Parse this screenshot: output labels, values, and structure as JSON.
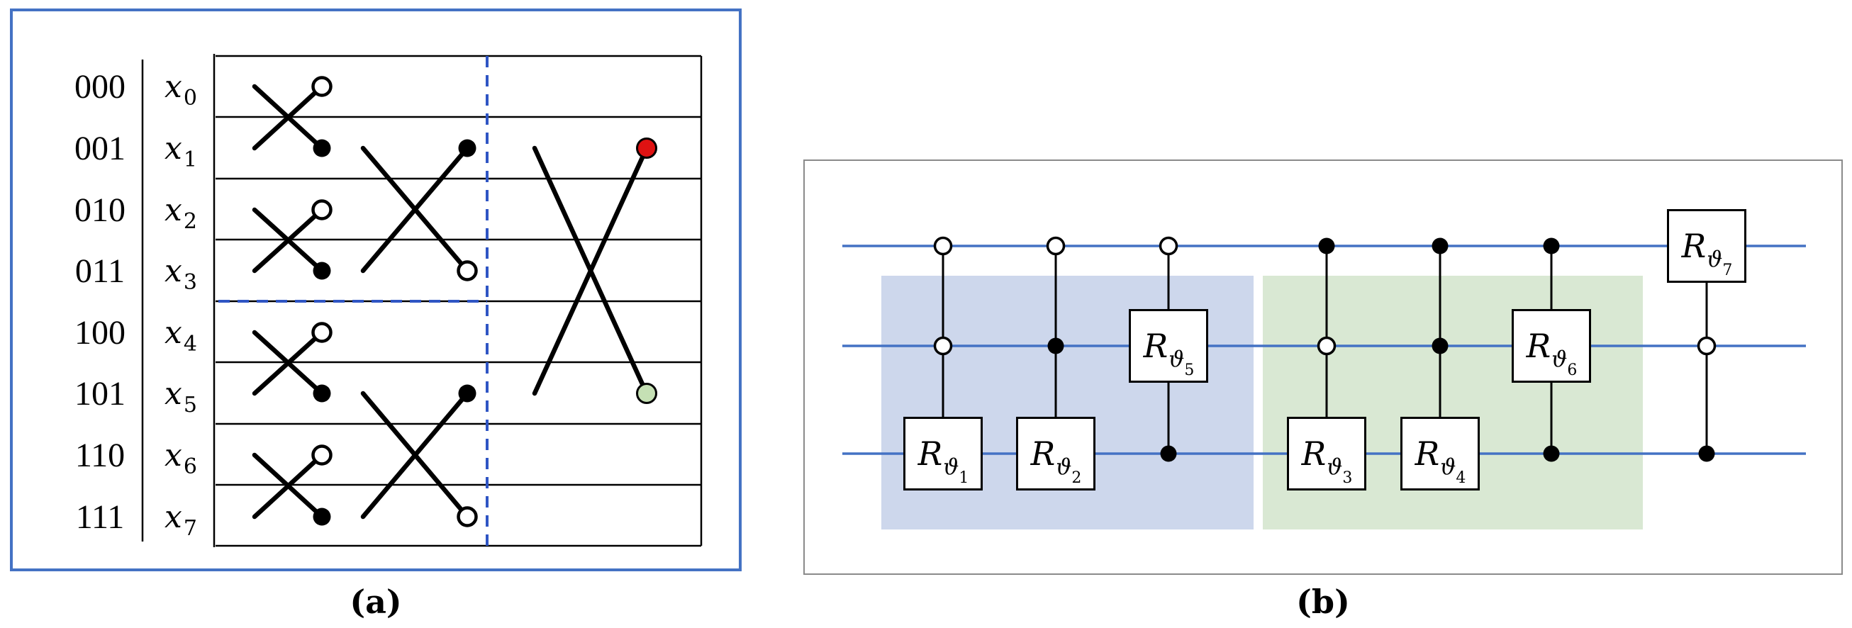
{
  "figure": {
    "caption_a": "(a)",
    "caption_b": "(b)"
  },
  "panel_a": {
    "border_color": "#4472C4",
    "dashed_divider_color": "#2F55C4",
    "rows": [
      {
        "binary": "000",
        "var": "x",
        "sub": "0"
      },
      {
        "binary": "001",
        "var": "x",
        "sub": "1"
      },
      {
        "binary": "010",
        "var": "x",
        "sub": "2"
      },
      {
        "binary": "011",
        "var": "x",
        "sub": "3"
      },
      {
        "binary": "100",
        "var": "x",
        "sub": "4"
      },
      {
        "binary": "101",
        "var": "x",
        "sub": "5"
      },
      {
        "binary": "110",
        "var": "x",
        "sub": "6"
      },
      {
        "binary": "111",
        "var": "x",
        "sub": "7"
      }
    ],
    "crossings": [
      {
        "stage": 1,
        "between": [
          "x0",
          "x1"
        ],
        "top_marker": "open",
        "bottom_marker": "filled"
      },
      {
        "stage": 1,
        "between": [
          "x2",
          "x3"
        ],
        "top_marker": "open",
        "bottom_marker": "filled"
      },
      {
        "stage": 1,
        "between": [
          "x4",
          "x5"
        ],
        "top_marker": "open",
        "bottom_marker": "filled"
      },
      {
        "stage": 1,
        "between": [
          "x6",
          "x7"
        ],
        "top_marker": "open",
        "bottom_marker": "filled"
      },
      {
        "stage": 2,
        "between": [
          "x1",
          "x3"
        ],
        "top_marker": "filled",
        "bottom_marker": "open"
      },
      {
        "stage": 2,
        "between": [
          "x5",
          "x7"
        ],
        "top_marker": "filled",
        "bottom_marker": "open"
      },
      {
        "stage": 3,
        "between": [
          "x1",
          "x5"
        ],
        "top_marker": "red",
        "bottom_marker": "green"
      }
    ],
    "divider": {
      "vertical_dashed_between_stages": [
        2,
        3
      ],
      "horizontal_dashed_between_rows": [
        "011",
        "100"
      ]
    },
    "marker_colors": {
      "red": "#DF1212",
      "green": "#C5E0B4"
    }
  },
  "panel_b": {
    "wire_color": "#4472C4",
    "num_wires": 3,
    "shaded_regions": [
      {
        "color": "#CDD7EC",
        "covers_gates": [
          "R_theta1",
          "R_theta2",
          "R_theta5"
        ]
      },
      {
        "color": "#D9E8D3",
        "covers_gates": [
          "R_theta3",
          "R_theta4",
          "R_theta6"
        ]
      }
    ],
    "gates": [
      {
        "base": "R",
        "sub": "ϑ",
        "index": "1",
        "target_wire": 3,
        "controls": [
          {
            "wire": 1,
            "type": "open"
          },
          {
            "wire": 2,
            "type": "open"
          }
        ]
      },
      {
        "base": "R",
        "sub": "ϑ",
        "index": "2",
        "target_wire": 3,
        "controls": [
          {
            "wire": 1,
            "type": "open"
          },
          {
            "wire": 2,
            "type": "filled"
          }
        ]
      },
      {
        "base": "R",
        "sub": "ϑ",
        "index": "5",
        "target_wire": 2,
        "controls": [
          {
            "wire": 1,
            "type": "open"
          },
          {
            "wire": 3,
            "type": "filled"
          }
        ]
      },
      {
        "base": "R",
        "sub": "ϑ",
        "index": "3",
        "target_wire": 3,
        "controls": [
          {
            "wire": 1,
            "type": "filled"
          },
          {
            "wire": 2,
            "type": "open"
          }
        ]
      },
      {
        "base": "R",
        "sub": "ϑ",
        "index": "4",
        "target_wire": 3,
        "controls": [
          {
            "wire": 1,
            "type": "filled"
          },
          {
            "wire": 2,
            "type": "filled"
          }
        ]
      },
      {
        "base": "R",
        "sub": "ϑ",
        "index": "6",
        "target_wire": 2,
        "controls": [
          {
            "wire": 1,
            "type": "filled"
          },
          {
            "wire": 3,
            "type": "filled"
          }
        ]
      },
      {
        "base": "R",
        "sub": "ϑ",
        "index": "7",
        "target_wire": 1,
        "controls": [
          {
            "wire": 2,
            "type": "open"
          },
          {
            "wire": 3,
            "type": "filled"
          }
        ]
      }
    ]
  }
}
